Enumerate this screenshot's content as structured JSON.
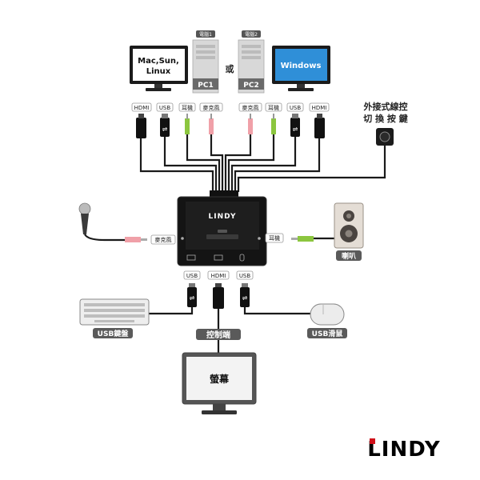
{
  "pc1": {
    "tag": "電腦1",
    "name": "PC1",
    "monitor_text": "Mac,Sun,\nLinux",
    "ports": [
      "HDMI",
      "USB",
      "耳機",
      "麥克風"
    ]
  },
  "or_text": "或",
  "pc2": {
    "tag": "電腦2",
    "name": "PC2",
    "monitor_text": "Windows",
    "ports": [
      "麥克風",
      "耳機",
      "USB",
      "HDMI"
    ]
  },
  "remote": {
    "label_line1": "外接式線控",
    "label_line2": "切 換 按 鍵"
  },
  "kvm": {
    "logo": "LINDY",
    "mic_port": "麥克風",
    "headphone_port": "耳機"
  },
  "speaker": {
    "label": "喇叭"
  },
  "console": {
    "ports": [
      "USB",
      "HDMI",
      "USB"
    ],
    "label": "控制端",
    "keyboard_label": "USB鍵盤",
    "mouse_label": "USB滑鼠",
    "monitor_text": "螢幕"
  },
  "brand": {
    "logo": "LINDY"
  },
  "colors": {
    "wire": "#1a1a1a",
    "audio_green": "#8cc63f",
    "audio_pink": "#f0a0a8",
    "monitor_blue": "#2f8fd8",
    "label_bg": "#5a5a5a"
  }
}
